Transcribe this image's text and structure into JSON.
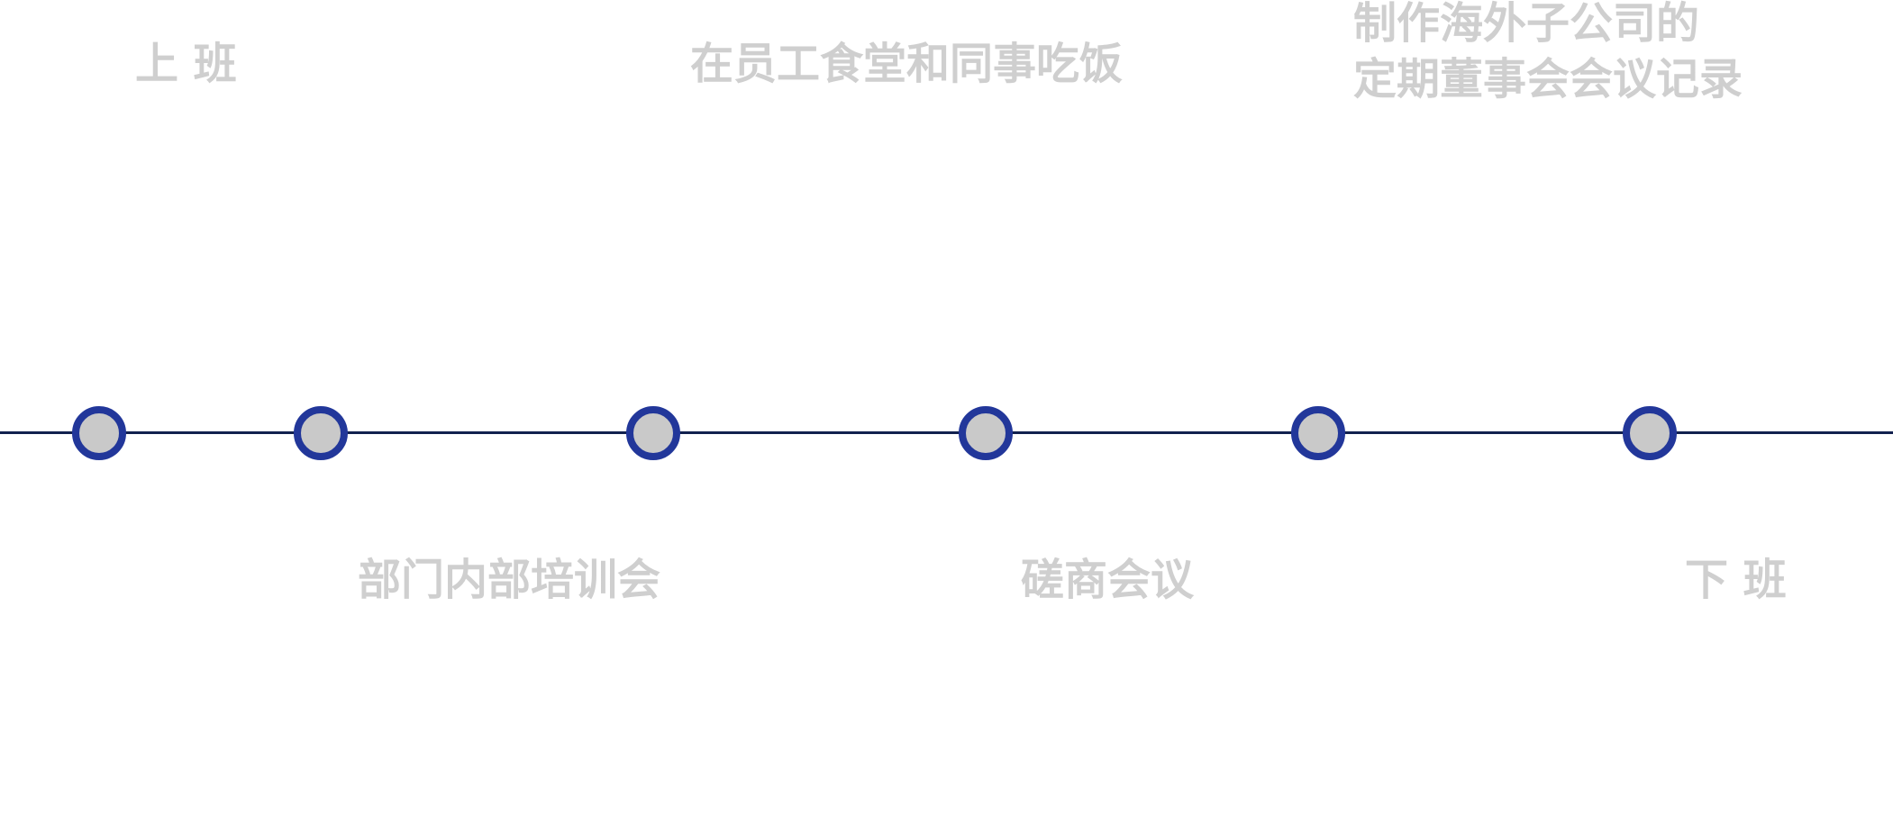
{
  "timeline": {
    "events": [
      {
        "label": "上 班",
        "position": "above"
      },
      {
        "label": "部门内部培训会",
        "position": "below"
      },
      {
        "label": "在员工食堂和同事吃饭",
        "position": "above"
      },
      {
        "label": "磋商会议",
        "position": "below"
      },
      {
        "label": "制作海外子公司的\n定期董事会会议记录",
        "line1": "制作海外子公司的",
        "line2": "定期董事会会议记录",
        "position": "above"
      },
      {
        "label": "下 班",
        "position": "below"
      }
    ]
  },
  "colors": {
    "line": "#12214f",
    "node_ring": "#22379a",
    "node_fill": "#c9c9c9",
    "label_text": "#cfcfcf",
    "background": "#ffffff"
  }
}
